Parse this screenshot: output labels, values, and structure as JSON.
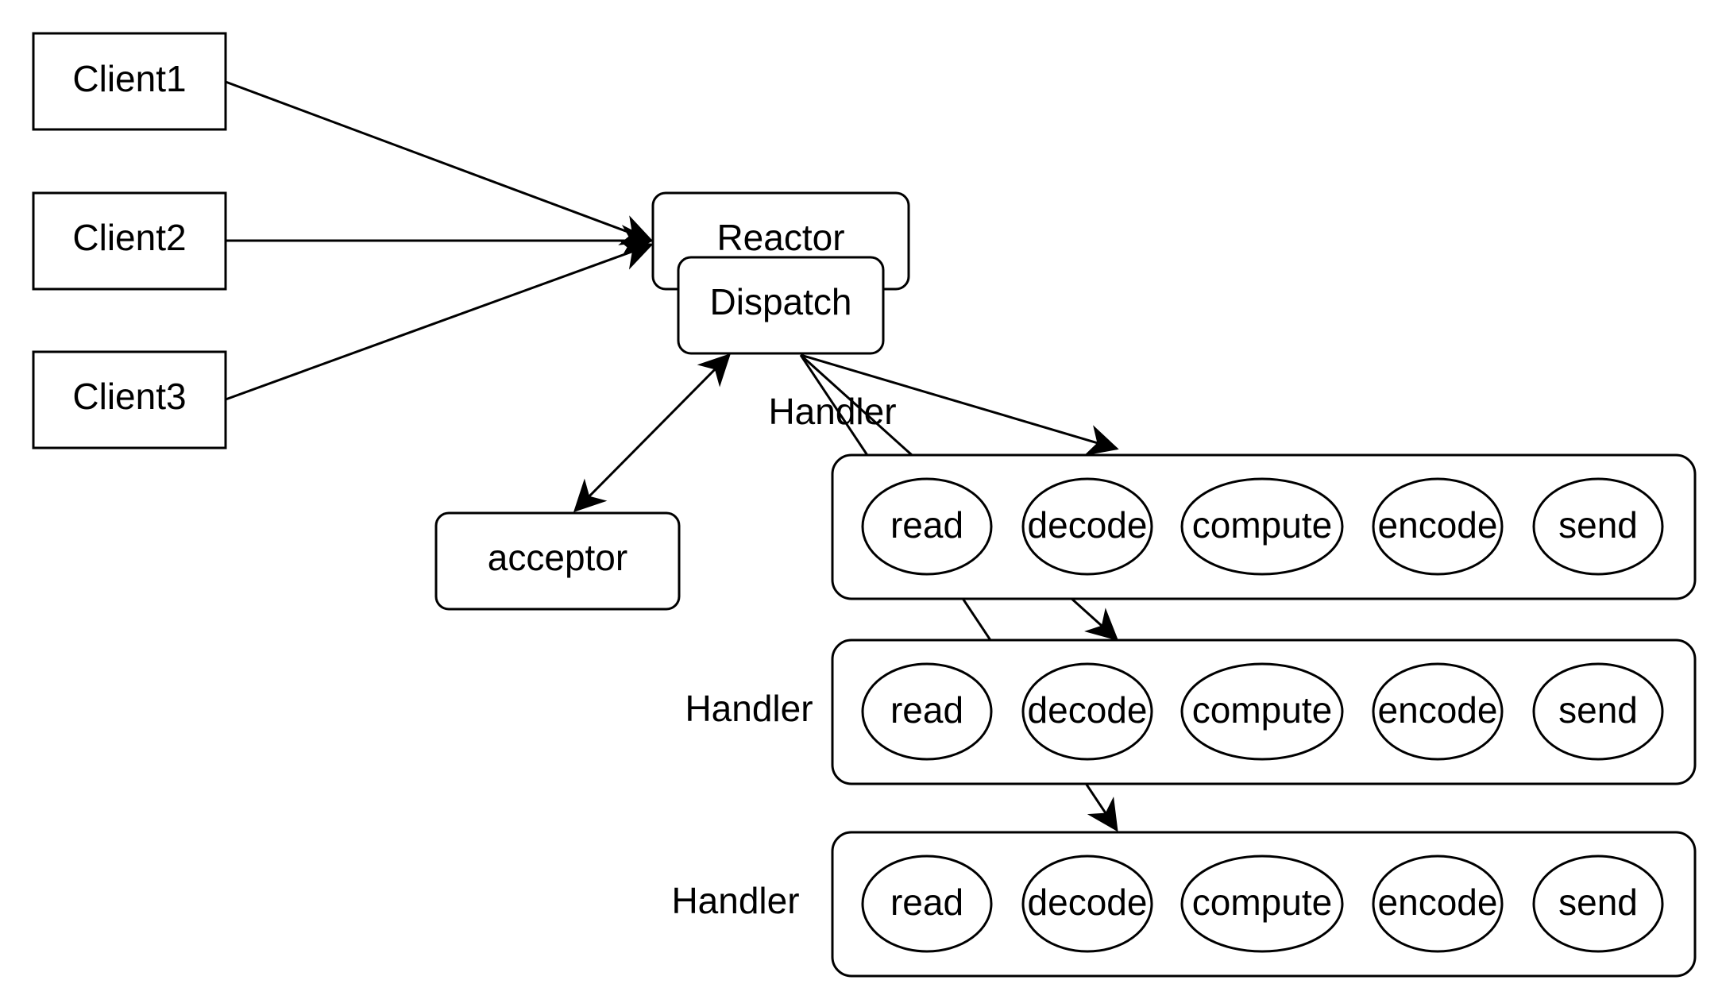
{
  "clients": [
    "Client1",
    "Client2",
    "Client3"
  ],
  "reactor": {
    "label": "Reactor"
  },
  "dispatch": {
    "label": "Dispatch"
  },
  "acceptor": {
    "label": "acceptor"
  },
  "handlers": [
    {
      "label": "Handler",
      "steps": [
        "read",
        "decode",
        "compute",
        "encode",
        "send"
      ]
    },
    {
      "label": "Handler",
      "steps": [
        "read",
        "decode",
        "compute",
        "encode",
        "send"
      ]
    },
    {
      "label": "Handler",
      "steps": [
        "read",
        "decode",
        "compute",
        "encode",
        "send"
      ]
    }
  ]
}
